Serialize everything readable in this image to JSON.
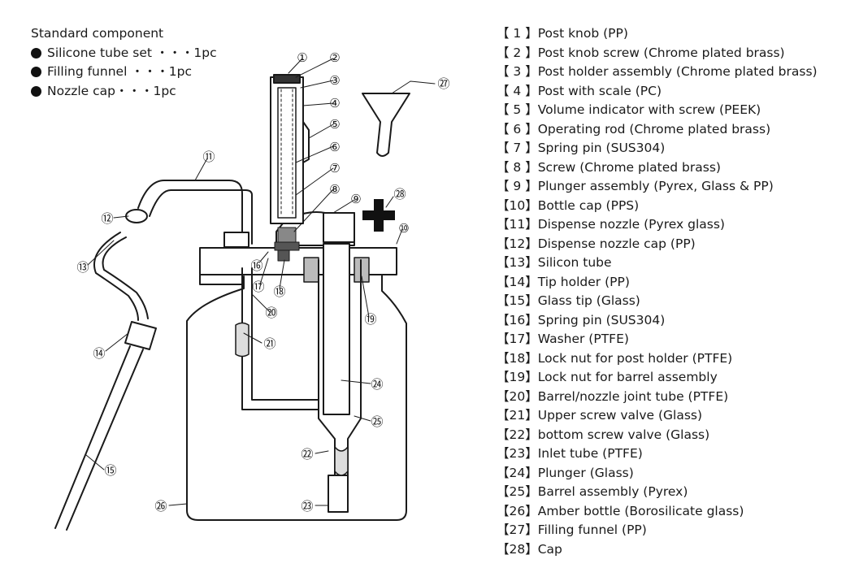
{
  "standard": {
    "title": "Standard component",
    "items": [
      "Silicone tube set ・・・1pc",
      "Filling funnel ・・・1pc",
      "Nozzle cap・・・1pc"
    ]
  },
  "parts": [
    {
      "num": "【 1 】",
      "label": "Post knob (PP)"
    },
    {
      "num": "【 2 】",
      "label": "Post knob screw (Chrome plated brass)"
    },
    {
      "num": "【 3 】",
      "label": "Post holder assembly (Chrome plated brass)"
    },
    {
      "num": "【 4 】",
      "label": "Post with scale (PC)"
    },
    {
      "num": "【 5 】",
      "label": "Volume indicator with screw (PEEK)"
    },
    {
      "num": "【 6 】",
      "label": "Operating rod (Chrome plated brass)"
    },
    {
      "num": "【 7 】",
      "label": "Spring pin (SUS304)"
    },
    {
      "num": "【 8 】",
      "label": "Screw (Chrome plated brass)"
    },
    {
      "num": "【 9 】",
      "label": "Plunger assembly (Pyrex, Glass & PP)"
    },
    {
      "num": "【10】",
      "label": "Bottle cap (PPS)"
    },
    {
      "num": "【11】",
      "label": "Dispense nozzle (Pyrex glass)"
    },
    {
      "num": "【12】",
      "label": "Dispense nozzle cap (PP)"
    },
    {
      "num": "【13】",
      "label": "Silicon tube"
    },
    {
      "num": "【14】",
      "label": "Tip holder (PP)"
    },
    {
      "num": "【15】",
      "label": "Glass tip (Glass)"
    },
    {
      "num": "【16】",
      "label": "Spring pin (SUS304)"
    },
    {
      "num": "【17】",
      "label": "Washer (PTFE)"
    },
    {
      "num": "【18】",
      "label": "Lock nut for post holder (PTFE)"
    },
    {
      "num": "【19】",
      "label": "Lock nut for barrel assembly"
    },
    {
      "num": "【20】",
      "label": "Barrel/nozzle joint tube (PTFE)"
    },
    {
      "num": "【21】",
      "label": "Upper screw valve (Glass)"
    },
    {
      "num": "【22】",
      "label": "bottom screw valve (Glass)"
    },
    {
      "num": "【23】",
      "label": "Inlet tube (PTFE)"
    },
    {
      "num": "【24】",
      "label": "Plunger (Glass)"
    },
    {
      "num": "【25】",
      "label": "Barrel assembly (Pyrex)"
    },
    {
      "num": "【26】",
      "label": "Amber bottle (Borosilicate glass)"
    },
    {
      "num": "【27】",
      "label": "Filling funnel (PP)"
    },
    {
      "num": "【28】",
      "label": "Cap"
    }
  ],
  "callouts": [
    "①",
    "②",
    "③",
    "④",
    "⑤",
    "⑥",
    "⑦",
    "⑧",
    "⑨",
    "⑩",
    "⑪",
    "⑫",
    "⑬",
    "⑭",
    "⑮",
    "⑯",
    "⑰",
    "⑱",
    "⑲",
    "⑳",
    "㉑",
    "㉒",
    "㉓",
    "㉔",
    "㉕",
    "㉖",
    "㉗",
    "㉘"
  ]
}
